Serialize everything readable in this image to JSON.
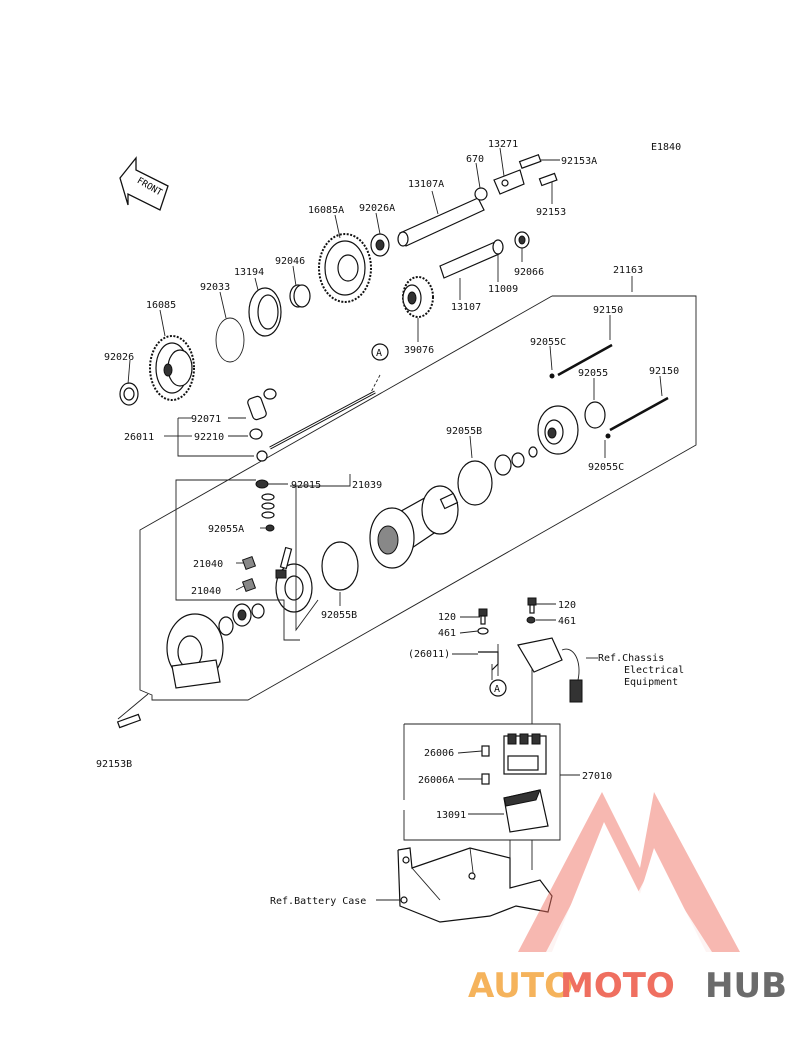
{
  "diagram_code": "E1840",
  "front_label": "FRONT",
  "callout_a": "A",
  "parts": {
    "p13271": "13271",
    "p92153A": "92153A",
    "p670": "670",
    "p13107A": "13107A",
    "p92153": "92153",
    "p16085A": "16085A",
    "p92026A": "92026A",
    "p92066": "92066",
    "p11009": "11009",
    "p13107": "13107",
    "p39076": "39076",
    "p13194": "13194",
    "p92046": "92046",
    "p92033": "92033",
    "p16085": "16085",
    "p92026": "92026",
    "p21163": "21163",
    "p92150a": "92150",
    "p92150b": "92150",
    "p92055C_a": "92055C",
    "p92055": "92055",
    "p92055C_b": "92055C",
    "p92071": "92071",
    "p26011": "26011",
    "p92210": "92210",
    "p92055B_a": "92055B",
    "p92015": "92015",
    "p21039": "21039",
    "p92055A": "92055A",
    "p21040a": "21040",
    "p21040b": "21040",
    "p92055B_b": "92055B",
    "p92153B": "92153B",
    "p120a": "120",
    "p120b": "120",
    "p461a": "461",
    "p461b": "461",
    "p26011paren": "(26011)",
    "p26006": "26006",
    "p26006A": "26006A",
    "p27010": "27010",
    "p13091": "13091"
  },
  "refs": {
    "chassis_line1": "Ref.Chassis",
    "chassis_line2": "Electrical",
    "chassis_line3": "Equipment",
    "battery": "Ref.Battery Case"
  },
  "watermark": {
    "part1": "AUTO",
    "part2": "MOTO",
    "part3": "HUB",
    "color_light": "#f5b35c",
    "color_red": "#ef6f60",
    "color_grey": "#6b6b6b"
  }
}
